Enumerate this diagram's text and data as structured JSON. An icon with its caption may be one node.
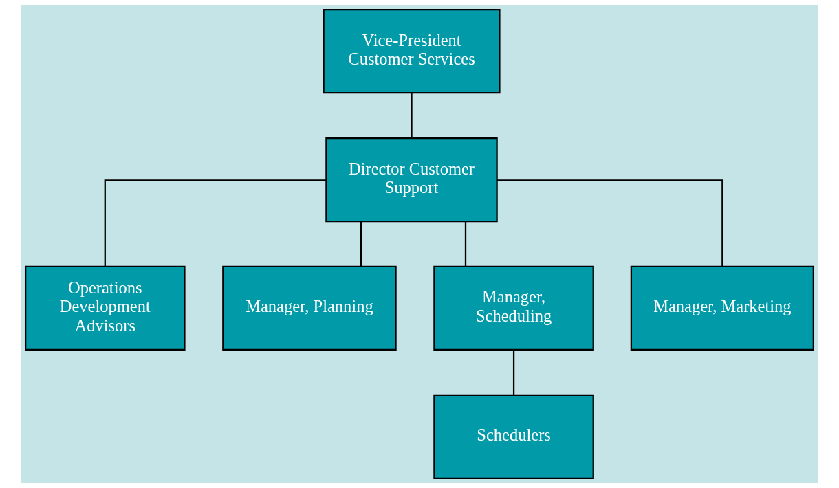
{
  "diagram": {
    "nodes": [
      {
        "text": [
          "Vice-President Customer Services"
        ]
      },
      {
        "text": [
          "Director Customer Support"
        ]
      },
      {
        "text": [
          "Operations Development Advisors"
        ]
      },
      {
        "text": [
          "Manager, Planning"
        ]
      },
      {
        "text": [
          "Manager, Scheduling"
        ]
      },
      {
        "text": [
          "Manager, Marketing"
        ]
      },
      {
        "text": [
          "Schedulers"
        ]
      }
    ],
    "edges": [
      {
        "from": 0,
        "to": 1,
        "arrow": "none"
      },
      {
        "from": 1,
        "to": 2,
        "arrow": "none"
      },
      {
        "from": 1,
        "to": 3,
        "arrow": "none"
      },
      {
        "from": 1,
        "to": 4,
        "arrow": "none"
      },
      {
        "from": 1,
        "to": 5,
        "arrow": "none"
      },
      {
        "from": 4,
        "to": 6,
        "arrow": "none"
      }
    ]
  }
}
